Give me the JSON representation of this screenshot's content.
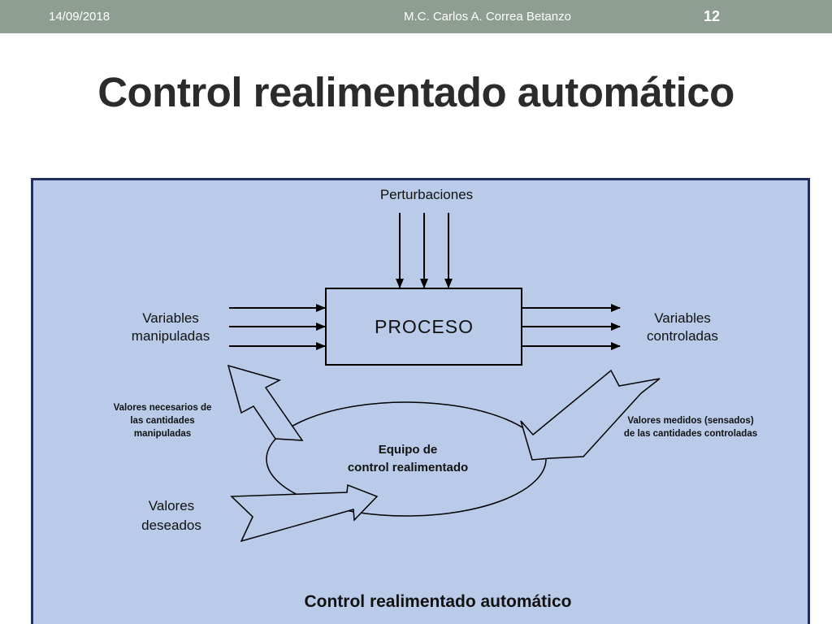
{
  "header": {
    "date": "14/09/2018",
    "author": "M.C. Carlos A. Correa Betanzo",
    "page_number": "12"
  },
  "slide": {
    "title": "Control realimentado automático"
  },
  "diagram": {
    "disturbances_label": "Perturbaciones",
    "process_label": "PROCESO",
    "manipulated_line1": "Variables",
    "manipulated_line2": "manipuladas",
    "controlled_line1": "Variables",
    "controlled_line2": "controladas",
    "necessary_line1": "Valores necesarios de",
    "necessary_line2": "las cantidades",
    "necessary_line3": "manipuladas",
    "measured_line1": "Valores medidos (sensados)",
    "measured_line2": "de las cantidades controladas",
    "controller_line1": "Equipo de",
    "controller_line2": "control realimentado",
    "desired_line1": "Valores",
    "desired_line2": "deseados",
    "caption": "Control realimentado automático"
  },
  "colors": {
    "topbar": "#8f9e92",
    "diagram_background": "#b9cbe9",
    "frame_border": "#1f2e5c"
  }
}
